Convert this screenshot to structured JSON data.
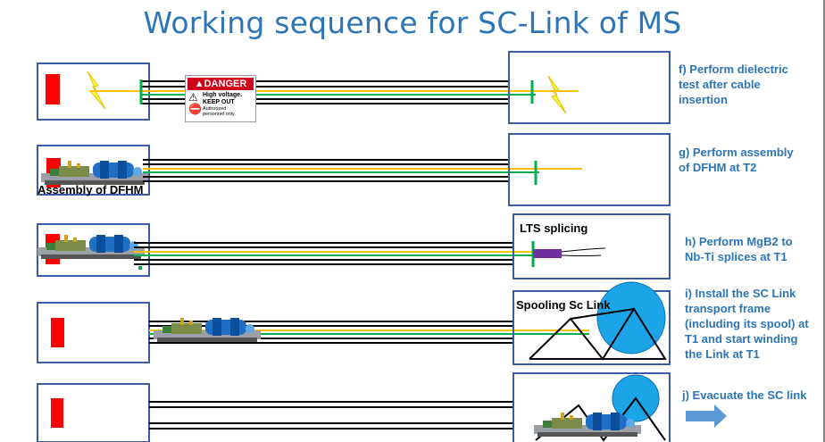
{
  "title": "Working sequence for SC-Link of MS",
  "steps": {
    "f": [
      "f) Perform dielectric",
      "test after cable",
      "insertion"
    ],
    "g": [
      "g)  Perform assembly",
      "of DFHM at T2"
    ],
    "h": [
      "h) Perform MgB2 to",
      "Nb-Ti splices at T1"
    ],
    "i": [
      "i) Install  the SC Link",
      "transport frame",
      "(including its spool) at",
      "T1 and start winding",
      "the Link at T1"
    ],
    "j": "j) Evacuate the SC link"
  },
  "labels": {
    "assembly_dfhm": "Assembly of DFHM",
    "lts_splicing": "LTS splicing",
    "spooling": "Spooling Sc Link"
  },
  "danger_sign": {
    "header": "▲DANGER",
    "line1": "High voltage.",
    "line2": "KEEP OUT",
    "line3": "Authorized",
    "line4": "personnel only."
  },
  "colors": {
    "title": "#2E75B6",
    "box_border": "#3A5BA9",
    "red_block": "#FF0000",
    "cable_yellow": "#FFC000",
    "cable_green": "#00B050",
    "spool": "#1CA4E8",
    "splice": "#7030A0",
    "arrow": "#5B9BD5"
  }
}
